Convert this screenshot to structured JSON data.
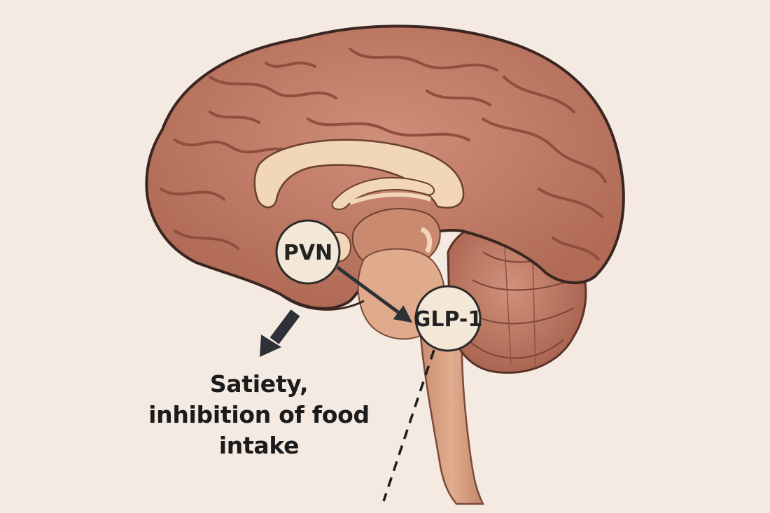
{
  "nodes": {
    "pvn": {
      "label": "PVN"
    },
    "glp1": {
      "label": "GLP-1"
    }
  },
  "caption": {
    "lines": [
      "Satiety,",
      "inhibition of food",
      "intake"
    ]
  },
  "colors": {
    "background": "#F4EAE1",
    "cortex": "#C27E6A",
    "cortex_dark": "#8E4F3E",
    "outline": "#3A2520",
    "white_matter": "#F2D6B8",
    "brainstem": "#D9A184",
    "cerebellum": "#BC7762",
    "node_fill": "#F3E8D8",
    "arrow": "#2E3138"
  },
  "icons": {
    "pathway_arrow": "arrow-right-down-icon",
    "output_arrow": "arrow-down-left-icon",
    "vagal_line": "dashed-line"
  }
}
